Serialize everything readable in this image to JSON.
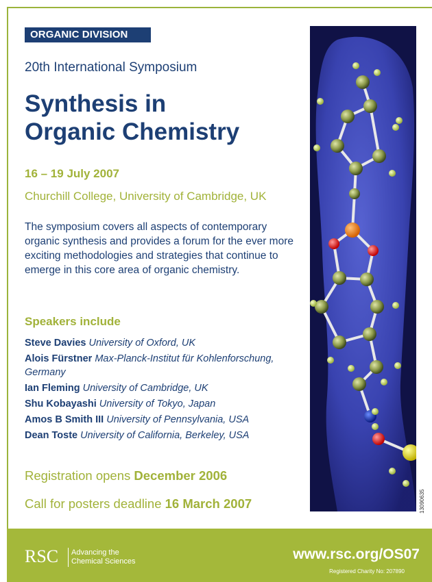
{
  "badge": "ORGANIC DIVISION",
  "subtitle": "20th International Symposium",
  "title_lines": [
    "Synthesis in",
    "Organic Chemistry"
  ],
  "dates": "16 – 19 July 2007",
  "venue": "Churchill College, University of Cambridge, UK",
  "description": "The symposium covers all aspects of contemporary organic synthesis and provides a forum for the ever more exciting methodologies and strategies that continue to emerge in this core area of organic chemistry.",
  "speakers_heading": "Speakers include",
  "speakers": [
    {
      "name": "Steve Davies",
      "affiliation": "University of Oxford, UK"
    },
    {
      "name": "Alois Fürstner",
      "affiliation": "Max-Planck-Institut für Kohlenforschung, Germany"
    },
    {
      "name": "Ian Fleming",
      "affiliation": "University of Cambridge, UK"
    },
    {
      "name": "Shu Kobayashi",
      "affiliation": "University of Tokyo, Japan"
    },
    {
      "name": "Amos B Smith III",
      "affiliation": "University of Pennsylvania, USA"
    },
    {
      "name": "Dean Toste",
      "affiliation": "University of California, Berkeley, USA"
    }
  ],
  "registration": {
    "prefix": "Registration opens",
    "date": "December 2006"
  },
  "posters": {
    "prefix": "Call for posters deadline",
    "date": "16 March 2007"
  },
  "image_code": "13090635",
  "footer": {
    "logo": "RSC",
    "tagline_lines": [
      "Advancing the",
      "Chemical Sciences"
    ],
    "url": "www.rsc.org/OS07",
    "charity": "Registered Charity No: 207890"
  },
  "colors": {
    "navy": "#1d3f74",
    "olive": "#a1b239",
    "footer_green": "#a4b83a",
    "molecule_bg": "#101246"
  }
}
